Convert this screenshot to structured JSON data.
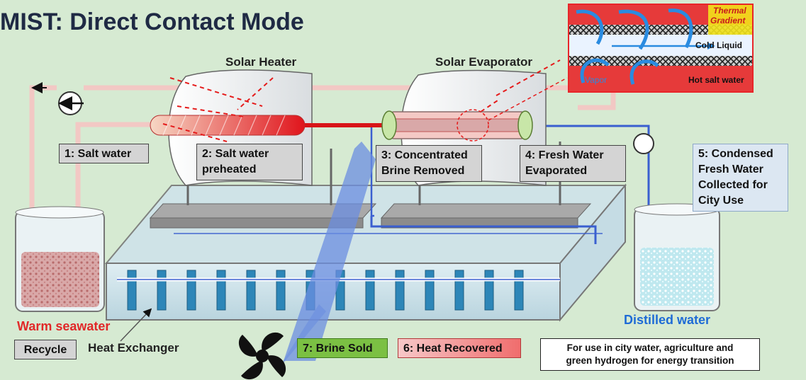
{
  "title": "MIST: Direct Contact Mode",
  "components": {
    "solar_heater": "Solar Heater",
    "solar_evaporator": "Solar Evaporator",
    "heat_exchanger": "Heat Exchanger",
    "warm_seawater": "Warm seawater",
    "distilled_water": "Distilled water"
  },
  "steps": {
    "s1": "1: Salt water",
    "s2": [
      "2: Salt water",
      "preheated"
    ],
    "s3": [
      "3: Concentrated",
      "Brine Removed"
    ],
    "s4": [
      "4: Fresh Water",
      "Evaporated"
    ],
    "s5": [
      "5: Condensed",
      "Fresh Water",
      "Collected for",
      "City Use"
    ],
    "s6": "6: Heat Recovered",
    "s7": "7: Brine Sold"
  },
  "buttons": {
    "recycle": "Recycle"
  },
  "note": [
    "For use in city water, agriculture and",
    "green hydrogen for energy transition"
  ],
  "inset": {
    "thermal_gradient": [
      "Thermal",
      "Gradient"
    ],
    "cold_liquid": "Cold Liquid",
    "vapor": "Vapor",
    "hot_salt_water": "Hot salt water"
  },
  "colors": {
    "background": "#d6ead2",
    "hot": "#e12828",
    "cold": "#1e6bd6",
    "brine_box": "#7bc043",
    "step_box": "#d4d4d4"
  }
}
